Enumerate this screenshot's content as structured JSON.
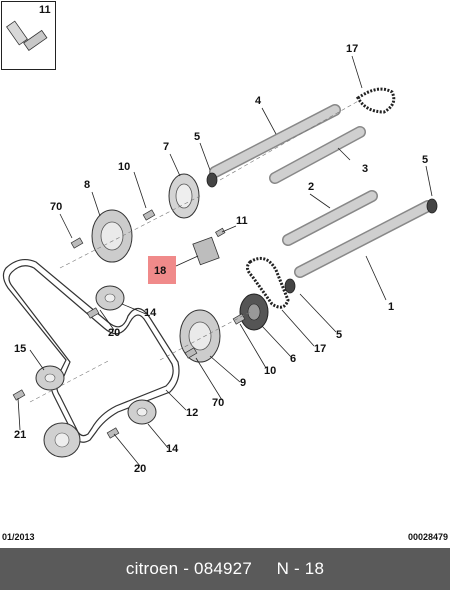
{
  "diagram": {
    "callouts": {
      "c11_inset": "11",
      "c17_top": "17",
      "c4": "4",
      "c5_top": "5",
      "c7": "7",
      "c3": "3",
      "c10_top": "10",
      "c8": "8",
      "c5_right": "5",
      "c2": "2",
      "c70_top": "70",
      "c11_mid": "11",
      "c18": "18",
      "c1": "1",
      "c14_top": "14",
      "c20_top": "20",
      "c5_low": "5",
      "c17_low": "17",
      "c6": "6",
      "c15": "15",
      "c10_low": "10",
      "c9": "9",
      "c70_low": "70",
      "c12": "12",
      "c21": "21",
      "c14_low": "14",
      "c20_low": "20"
    },
    "highlight_color": "#f08a8a"
  },
  "footer": {
    "date": "01/2013",
    "code": "00028479"
  },
  "bar": {
    "brand": "citroen",
    "sep1": " - ",
    "part_number": "084927",
    "spacer": "     ",
    "ref": "N - 18"
  }
}
